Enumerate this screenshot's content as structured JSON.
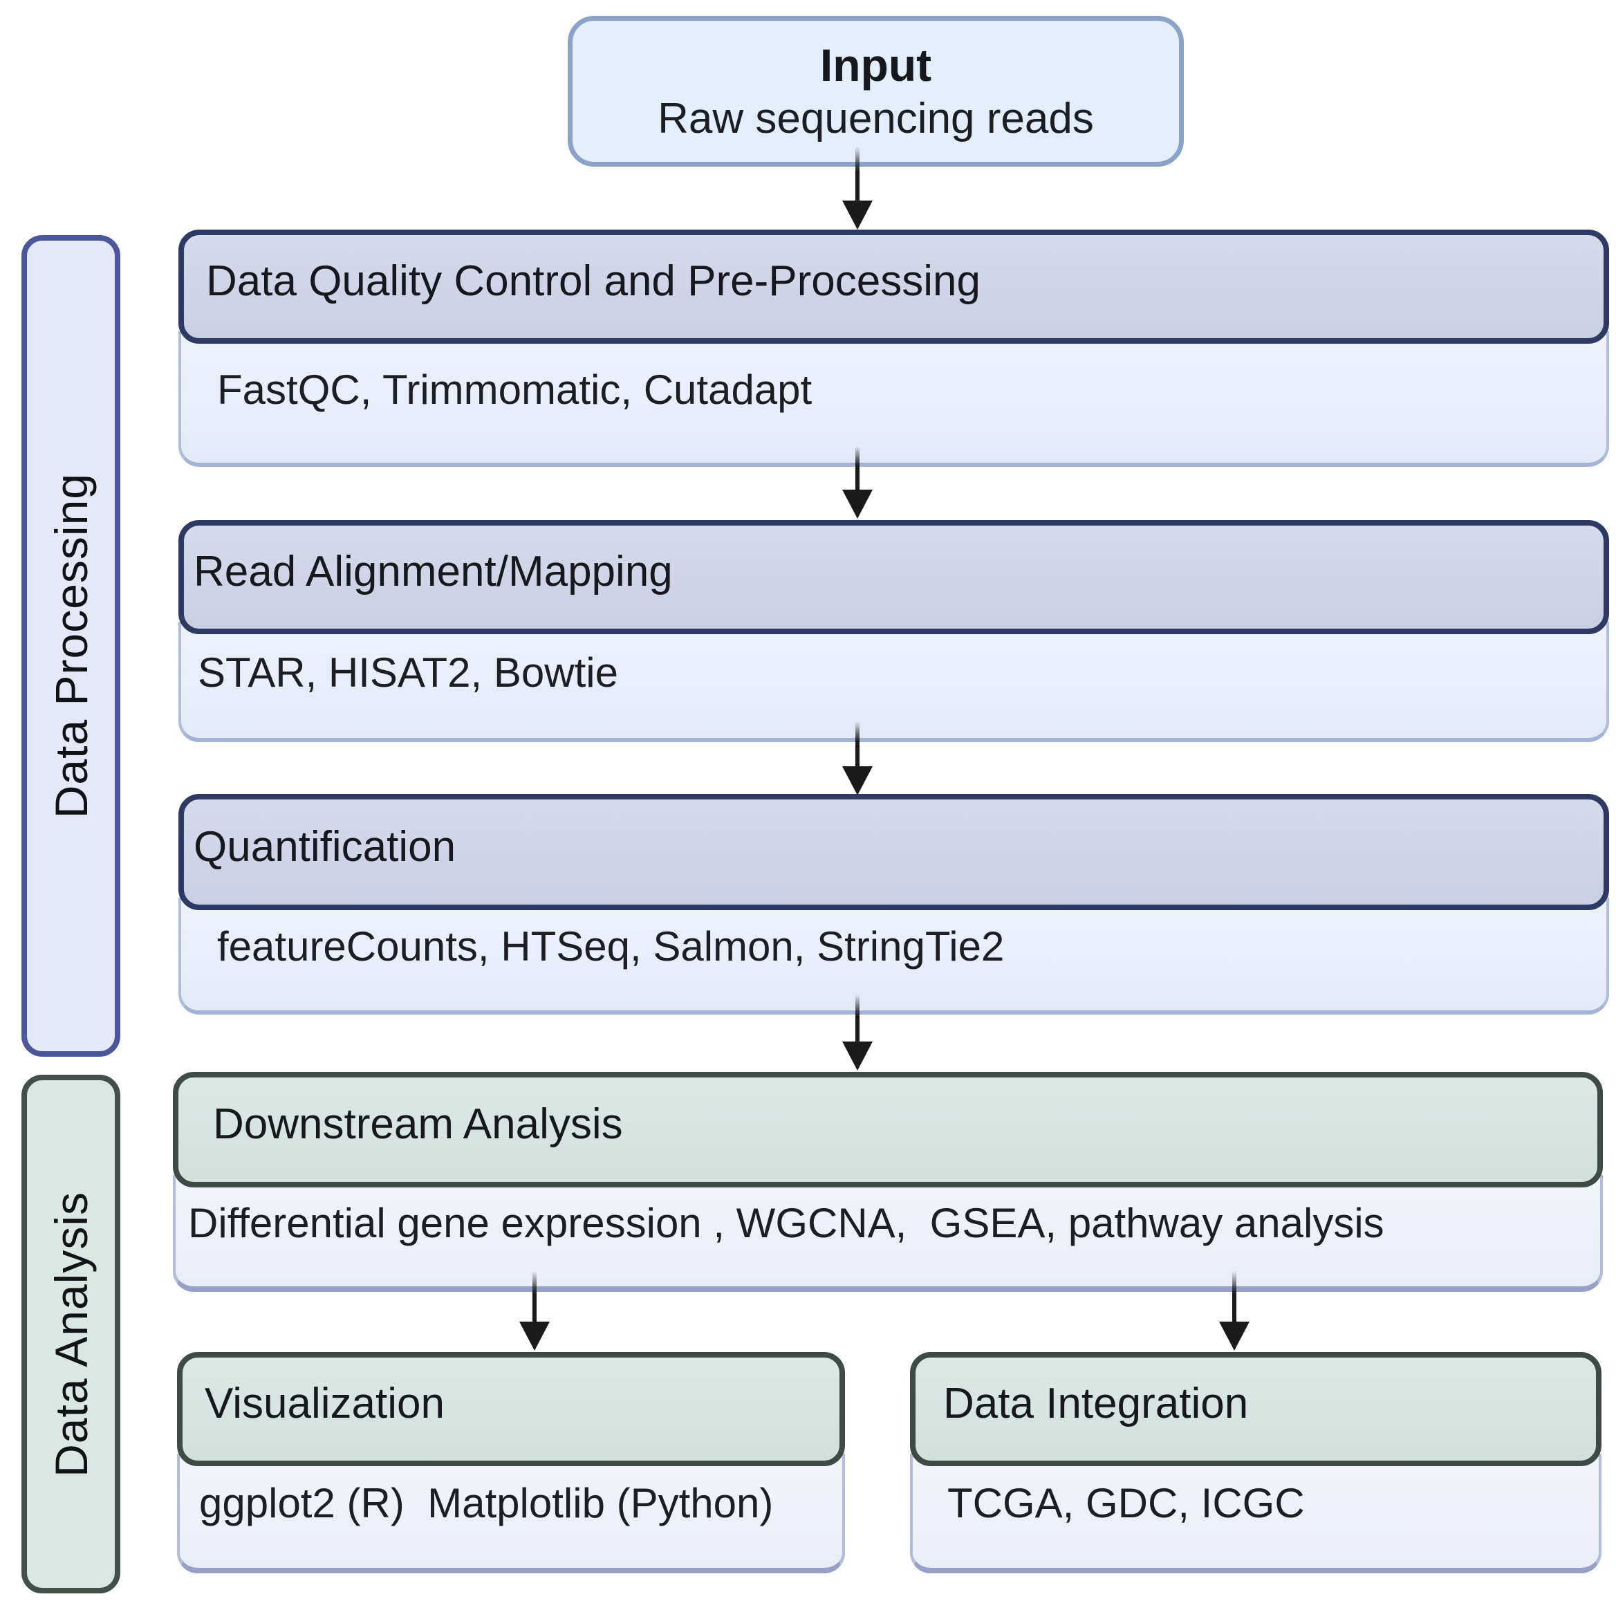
{
  "figure": {
    "type": "flowchart",
    "background": "#ffffff"
  },
  "input_box": {
    "title": "Input",
    "subtitle": "Raw sequencing reads"
  },
  "side_labels": {
    "processing": "Data Processing",
    "analysis": "Data Analysis"
  },
  "blocks": {
    "qc": {
      "title": "Data Quality Control and Pre-Processing",
      "tools": "FastQC, Trimmomatic, Cutadapt"
    },
    "alignment": {
      "title": "Read Alignment/Mapping",
      "tools": "STAR, HISAT2, Bowtie"
    },
    "quantification": {
      "title": "Quantification",
      "tools": "featureCounts, HTSeq, Salmon, StringTie2"
    },
    "downstream": {
      "title": "Downstream Analysis",
      "tools": "Differential gene expression , WGCNA,  GSEA, pathway analysis"
    },
    "visualization": {
      "title": "Visualization",
      "tools": "ggplot2 (R)  Matplotlib (Python)"
    },
    "integration": {
      "title": "Data Integration",
      "tools": "TCGA, GDC, ICGC"
    }
  },
  "colors": {
    "processing_header_fill": "#cdd3e6",
    "processing_header_border": "#2e3a63",
    "processing_body_fill": "#e9effc",
    "analysis_header_fill": "#d8e4e1",
    "analysis_header_border": "#3e4b45",
    "analysis_body_fill": "#f1f3fb",
    "input_fill": "#e4edfa",
    "input_border": "#8ba3c9",
    "processing_bar_fill": "#e4e8f7",
    "processing_bar_border": "#4c579b",
    "analysis_bar_fill": "#dbe7e2",
    "analysis_bar_border": "#434f49",
    "arrow": "#1a1a1a"
  }
}
